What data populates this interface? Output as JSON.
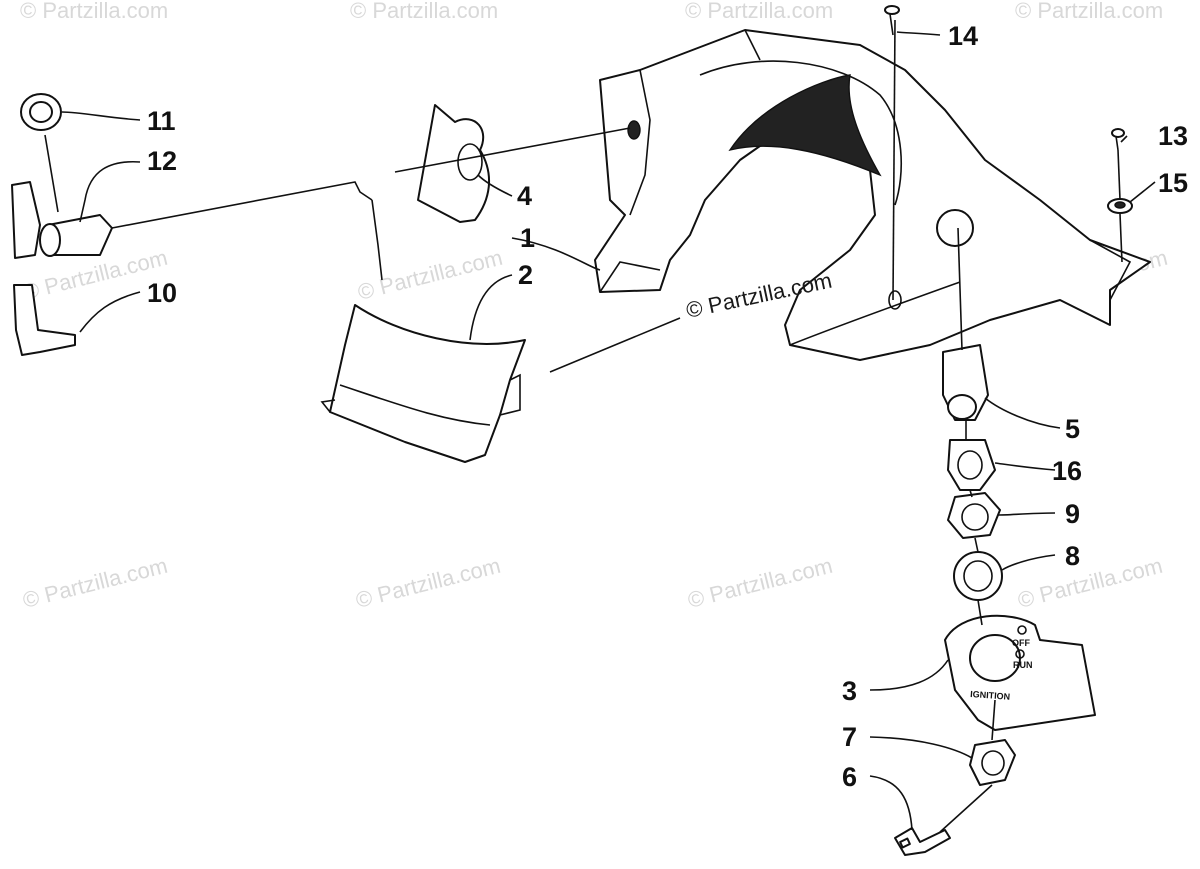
{
  "watermark": {
    "main_text": "© Partzilla.com",
    "tile_text": "© Partzilla.com"
  },
  "panel_text": {
    "off": "OFF",
    "run": "RUN",
    "ignition": "IGNITION"
  },
  "callouts": [
    {
      "id": "c1",
      "number": "1"
    },
    {
      "id": "c2",
      "number": "2"
    },
    {
      "id": "c3",
      "number": "3"
    },
    {
      "id": "c4",
      "number": "4"
    },
    {
      "id": "c5",
      "number": "5"
    },
    {
      "id": "c6",
      "number": "6"
    },
    {
      "id": "c7",
      "number": "7"
    },
    {
      "id": "c8",
      "number": "8"
    },
    {
      "id": "c9",
      "number": "9"
    },
    {
      "id": "c10",
      "number": "10"
    },
    {
      "id": "c11",
      "number": "11"
    },
    {
      "id": "c12",
      "number": "12"
    },
    {
      "id": "c13",
      "number": "13"
    },
    {
      "id": "c14",
      "number": "14"
    },
    {
      "id": "c15",
      "number": "15"
    },
    {
      "id": "c16",
      "number": "16"
    }
  ]
}
